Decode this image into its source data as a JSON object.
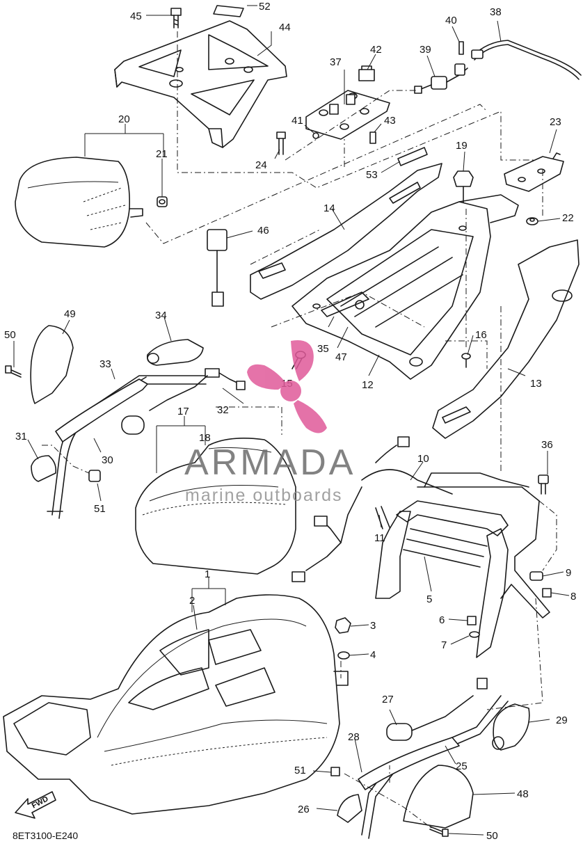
{
  "diagram": {
    "part_numbers": [
      "1",
      "2",
      "3",
      "4",
      "5",
      "6",
      "7",
      "8",
      "9",
      "10",
      "11",
      "12",
      "13",
      "14",
      "15",
      "16",
      "17",
      "18",
      "19",
      "20",
      "21",
      "22",
      "23",
      "24",
      "25",
      "26",
      "27",
      "28",
      "29",
      "30",
      "31",
      "32",
      "33",
      "34",
      "35",
      "36",
      "37",
      "38",
      "39",
      "40",
      "41",
      "42",
      "43",
      "44",
      "45",
      "46",
      "47",
      "48",
      "49",
      "50",
      "51",
      "52",
      "53"
    ],
    "direction_marker": "FWD",
    "drawing_code": "8ET3100-E240"
  },
  "watermark": {
    "title": "ARMADA",
    "subtitle": "marine outboards",
    "logo_color": "#e05a9a"
  }
}
